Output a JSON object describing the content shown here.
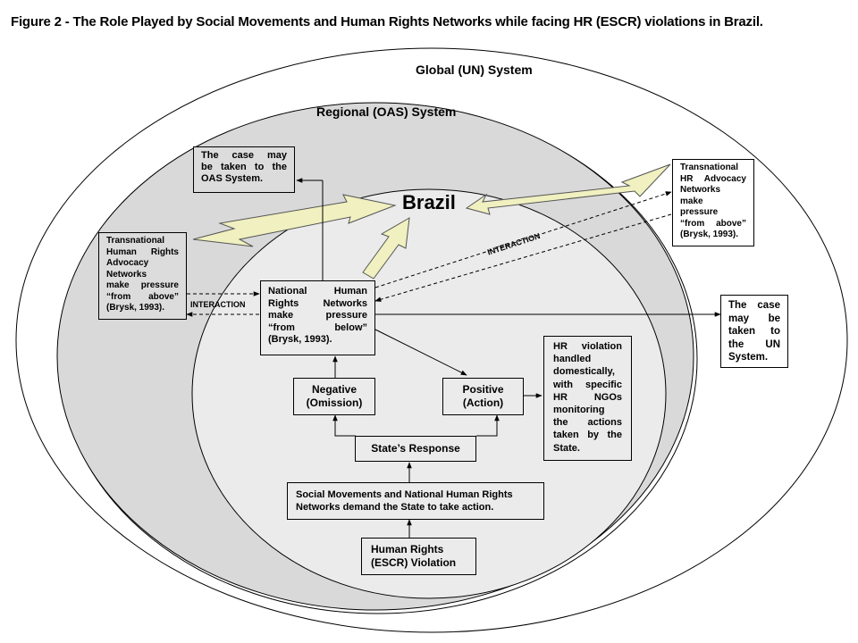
{
  "figure": {
    "title": "Figure 2 - The Role Played by Social Movements and Human Rights Networks while facing HR (ESCR) violations in Brazil."
  },
  "regions": {
    "global": "Global (UN) System",
    "regional": "Regional (OAS) System",
    "national": "Brazil"
  },
  "colors": {
    "global_fill": "#ffffff",
    "regional_fill": "#d9d9d9",
    "national_fill": "#ebebeb",
    "big_arrow_fill": "#f0f0c0",
    "stroke": "#000000"
  },
  "boxes": {
    "oas_case": [
      "The case may",
      "be taken to the",
      "OAS System."
    ],
    "transnational_left": [
      "Transnational",
      "Human Rights",
      "Advocacy",
      "Networks",
      "make pressure",
      "“from above”",
      "(Brysk, 1993)."
    ],
    "transnational_right": [
      "Transnational",
      "HR Advocacy",
      "Networks",
      "make",
      "pressure",
      "“from above”",
      "(Brysk, 1993)."
    ],
    "national_networks": [
      "National Human",
      "Rights Networks",
      "make pressure",
      "“from below”",
      "(Brysk, 1993)."
    ],
    "un_case": [
      "The case",
      "may be",
      "taken to",
      "the UN",
      "System."
    ],
    "negative": [
      "Negative",
      "(Omission)"
    ],
    "positive": [
      "Positive",
      "(Action)"
    ],
    "handled_domestically": [
      "HR violation",
      "handled",
      "domestically,",
      "with specific",
      "HR NGOs",
      "monitoring",
      "the actions",
      "taken by the",
      "State."
    ],
    "states_response": [
      "State’s Response"
    ],
    "social_movements": [
      "Social Movements and National Human Rights",
      "Networks demand the State to take action."
    ],
    "violation": [
      "Human Rights",
      "(ESCR) Violation"
    ]
  },
  "labels": {
    "interaction_left": "INTERACTION",
    "interaction_right": "INTERACTION"
  }
}
